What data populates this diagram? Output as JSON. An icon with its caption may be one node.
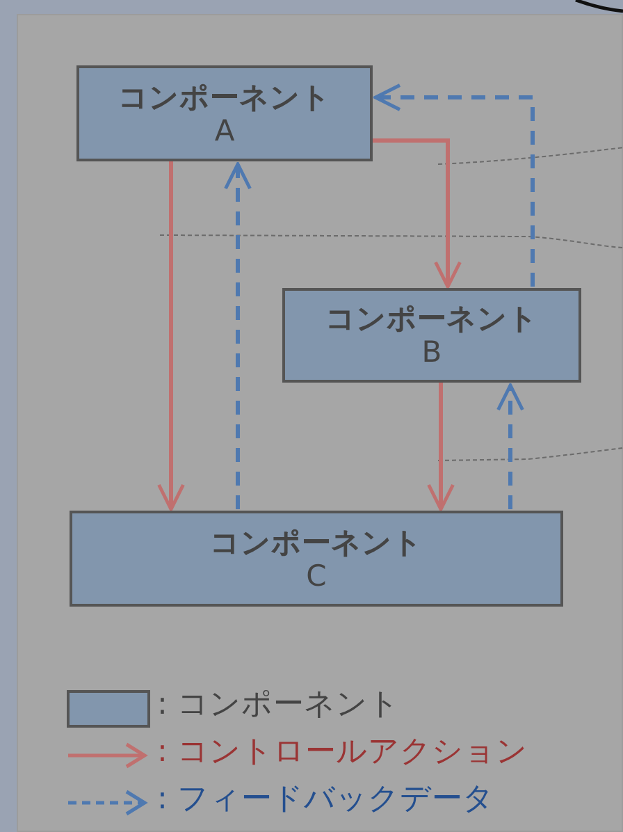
{
  "diagram": {
    "nodes": [
      {
        "text": [
          "コンポーネント",
          "A"
        ]
      },
      {
        "text": [
          "コンポーネント",
          "B"
        ]
      },
      {
        "text": [
          "コンポーネント",
          "C"
        ]
      }
    ],
    "edges": [
      {
        "from": 0,
        "to": 1,
        "arrow": "to",
        "color": "#c0706f"
      },
      {
        "from": 1,
        "to": 0,
        "arrow": "to",
        "style": "dashed",
        "color": "#4f79b0"
      },
      {
        "from": 0,
        "to": 2,
        "arrow": "to",
        "color": "#c0706f"
      },
      {
        "from": 2,
        "to": 0,
        "arrow": "to",
        "style": "dashed",
        "color": "#4f79b0"
      },
      {
        "from": 1,
        "to": 2,
        "arrow": "to",
        "color": "#c0706f"
      },
      {
        "from": 2,
        "to": 1,
        "arrow": "to",
        "style": "dashed",
        "color": "#4f79b0"
      }
    ],
    "legend": [
      {
        "text": ": コンポーネント",
        "color": "#8296ad"
      },
      {
        "text": ": コントロールアクション"
      },
      {
        "text": ": フィードバックデータ"
      }
    ]
  }
}
